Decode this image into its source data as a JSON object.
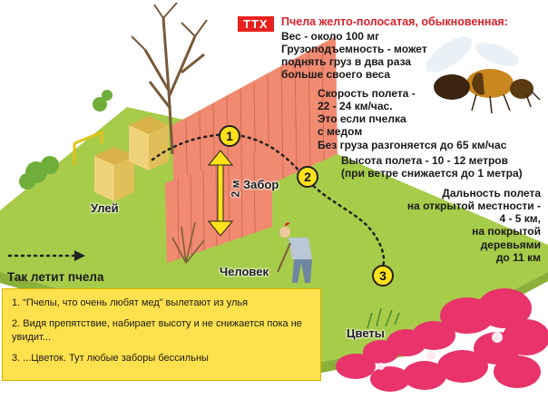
{
  "badge": "ТТХ",
  "title": "Пчела желто-полосатая, обыкновенная:",
  "specs": {
    "weight_capacity": [
      "Вес - около 100 мг",
      "Грузоподъемность - может",
      "поднять груз в два раза",
      "больше своего веса"
    ],
    "speed": [
      "Скорость полета -",
      "22 - 24 км/час.",
      "Это если пчелка",
      "с медом",
      "Без груза разгоняется до 65 км/час"
    ],
    "height": [
      "Высота полета - 10 - 12 метров",
      "(при ветре снижается до 1 метра)"
    ],
    "range": [
      "Дальность полета",
      "на открытой местности -",
      "4 - 5 км,",
      "на покрытой",
      "деревьями",
      "до 11 км"
    ]
  },
  "labels": {
    "hive": "Улей",
    "fence": "Забор",
    "fence_height": "2 м",
    "man": "Человек",
    "flowers": "Цветы",
    "how_bee_flies": "Так летит пчела"
  },
  "markers": [
    "1",
    "2",
    "3"
  ],
  "captions": [
    "1. “Пчелы, что очень любят мед” вылетают из улья",
    "2. Видя препятствие, набирает высоту и не снижается пока не увидит...",
    "3. ...Цветок. Тут любые заборы бессильны"
  ],
  "colors": {
    "grass": "#a7cc4a",
    "fence": "#f08a70",
    "badge": "#e8231f",
    "title": "#d81f2a",
    "marker": "#ffe11a",
    "caption_bg": "#ffe14d",
    "flower": "#e8336b"
  }
}
